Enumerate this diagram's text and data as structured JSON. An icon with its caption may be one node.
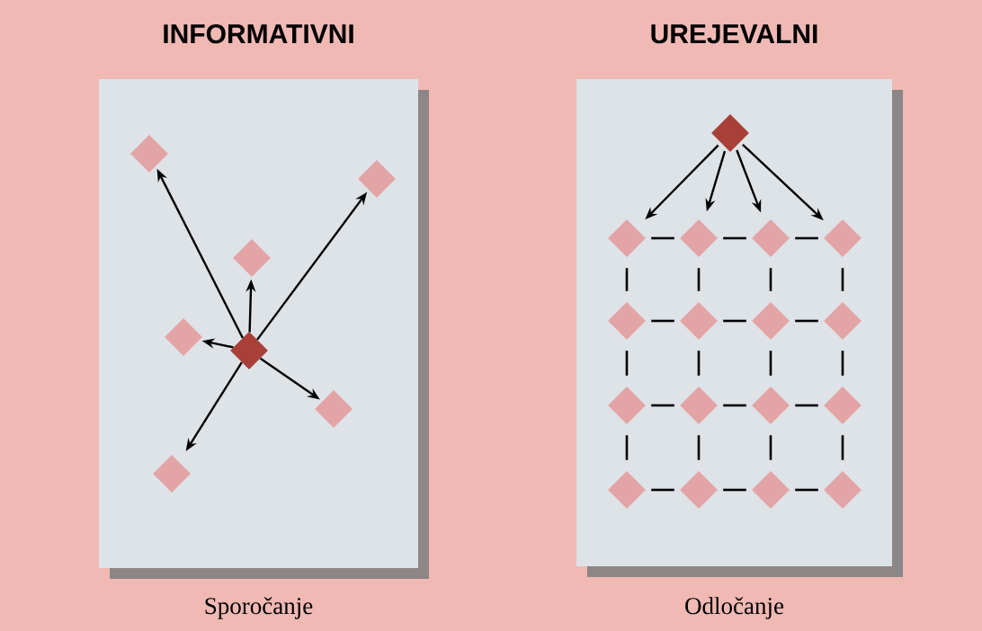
{
  "diagram": {
    "nodes": [
      {
        "text": [
          "INFORMATIVNI",
          "Sporočanje"
        ]
      },
      {
        "text": [],
        "shape": "diamond",
        "in": 0
      },
      {
        "text": [],
        "shape": "diamond",
        "in": 0
      },
      {
        "text": [],
        "shape": "diamond",
        "in": 0
      },
      {
        "text": [],
        "shape": "diamond",
        "in": 0
      },
      {
        "text": [],
        "shape": "diamond",
        "in": 0
      },
      {
        "text": [],
        "shape": "diamond",
        "in": 0
      },
      {
        "text": [],
        "shape": "diamond",
        "in": 0
      },
      {
        "text": [
          "UREJEVALNI",
          "Odločanje"
        ]
      },
      {
        "text": [],
        "shape": "diamond",
        "in": 8
      },
      {
        "text": [],
        "shape": "diamond",
        "in": 8
      },
      {
        "text": [],
        "shape": "diamond",
        "in": 8
      },
      {
        "text": [],
        "shape": "diamond",
        "in": 8
      },
      {
        "text": [],
        "shape": "diamond",
        "in": 8
      },
      {
        "text": [],
        "shape": "diamond",
        "in": 8
      },
      {
        "text": [],
        "shape": "diamond",
        "in": 8
      },
      {
        "text": [],
        "shape": "diamond",
        "in": 8
      },
      {
        "text": [],
        "shape": "diamond",
        "in": 8
      },
      {
        "text": [],
        "shape": "diamond",
        "in": 8
      },
      {
        "text": [],
        "shape": "diamond",
        "in": 8
      },
      {
        "text": [],
        "shape": "diamond",
        "in": 8
      },
      {
        "text": [],
        "shape": "diamond",
        "in": 8
      },
      {
        "text": [],
        "shape": "diamond",
        "in": 8
      },
      {
        "text": [],
        "shape": "diamond",
        "in": 8
      },
      {
        "text": [],
        "shape": "diamond",
        "in": 8
      },
      {
        "text": [],
        "shape": "diamond",
        "in": 8
      }
    ],
    "edges": [
      {
        "from": 5,
        "to": 1,
        "arrow": "to"
      },
      {
        "from": 5,
        "to": 2,
        "arrow": "to"
      },
      {
        "from": 5,
        "to": 3,
        "arrow": "to"
      },
      {
        "from": 5,
        "to": 4,
        "arrow": "to"
      },
      {
        "from": 5,
        "to": 6,
        "arrow": "to"
      },
      {
        "from": 5,
        "to": 7,
        "arrow": "to"
      },
      {
        "from": 9,
        "to": 10,
        "arrow": "to"
      },
      {
        "from": 9,
        "to": 11,
        "arrow": "to"
      },
      {
        "from": 9,
        "to": 12,
        "arrow": "to"
      },
      {
        "from": 9,
        "to": 13,
        "arrow": "to"
      },
      {
        "from": 10,
        "to": 11,
        "arrow": "none"
      },
      {
        "from": 11,
        "to": 12,
        "arrow": "none"
      },
      {
        "from": 12,
        "to": 13,
        "arrow": "none"
      },
      {
        "from": 14,
        "to": 15,
        "arrow": "none"
      },
      {
        "from": 15,
        "to": 16,
        "arrow": "none"
      },
      {
        "from": 16,
        "to": 17,
        "arrow": "none"
      },
      {
        "from": 18,
        "to": 19,
        "arrow": "none"
      },
      {
        "from": 19,
        "to": 20,
        "arrow": "none"
      },
      {
        "from": 20,
        "to": 21,
        "arrow": "none"
      },
      {
        "from": 22,
        "to": 23,
        "arrow": "none"
      },
      {
        "from": 23,
        "to": 24,
        "arrow": "none"
      },
      {
        "from": 24,
        "to": 25,
        "arrow": "none"
      },
      {
        "from": 10,
        "to": 14,
        "arrow": "none"
      },
      {
        "from": 11,
        "to": 15,
        "arrow": "none"
      },
      {
        "from": 12,
        "to": 16,
        "arrow": "none"
      },
      {
        "from": 13,
        "to": 17,
        "arrow": "none"
      },
      {
        "from": 14,
        "to": 18,
        "arrow": "none"
      },
      {
        "from": 15,
        "to": 19,
        "arrow": "none"
      },
      {
        "from": 16,
        "to": 20,
        "arrow": "none"
      },
      {
        "from": 17,
        "to": 21,
        "arrow": "none"
      },
      {
        "from": 18,
        "to": 22,
        "arrow": "none"
      },
      {
        "from": 19,
        "to": 23,
        "arrow": "none"
      },
      {
        "from": 20,
        "to": 24,
        "arrow": "none"
      },
      {
        "from": 21,
        "to": 25,
        "arrow": "none"
      }
    ]
  }
}
